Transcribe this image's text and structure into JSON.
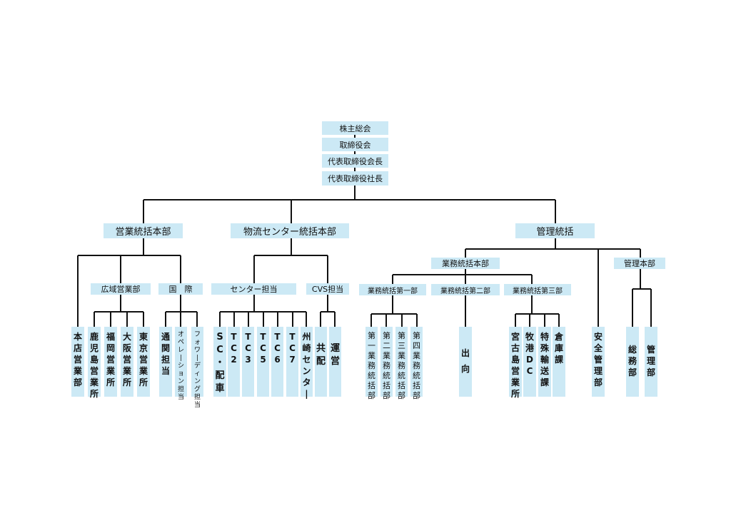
{
  "diagram": {
    "type": "organization-chart",
    "colors": {
      "box_fill": "#cce9f5",
      "line": "#111111",
      "text": "#111111"
    },
    "top": [
      "株主総会",
      "取締役会",
      "代表取締役会長",
      "代表取締役社長"
    ],
    "divisions": {
      "sales": {
        "label": "営業統括本部",
        "subgroups": {
          "regional": "広域営業部",
          "international": "国　際"
        },
        "leaves": {
          "honten": "本店営業部",
          "kagoshima": "鹿児島営業所",
          "fukuoka": "福岡営業所",
          "osaka": "大阪営業所",
          "tokyo": "東京営業所",
          "tsukan": "通関担当",
          "operation": "オペレーション担当",
          "forwarding": "フォワーディング担当"
        }
      },
      "logistics": {
        "label": "物流センター統括本部",
        "subgroups": {
          "center": "センター担当",
          "cvs": "CVS担当"
        },
        "leaves": {
          "sc": "SC・配車",
          "tc2": "TC2",
          "tc3": "TC3",
          "tc5": "TC5",
          "tc6": "TC6",
          "tc7": "TC7",
          "shusaki": "州崎センター",
          "kyohai": "共配",
          "unei": "運営"
        }
      },
      "management": {
        "label": "管理統括",
        "business": {
          "label": "業務統括本部",
          "subgroups": {
            "first": "業務統括第一部",
            "second": "業務統括第二部",
            "third": "業務統括第三部"
          },
          "leaves": {
            "dai1": "第一業務統括部",
            "dai2": "第二業務統括部",
            "dai3": "第三業務統括部",
            "dai4": "第四業務統括部",
            "shukko": "出向",
            "miyakojima": "宮古島営業所",
            "makiminato": "牧港DC",
            "tokushu": "特殊輸送課",
            "soko": "倉庫課"
          }
        },
        "safety": "安全管理部",
        "admin": {
          "label": "管理本部",
          "leaves": {
            "somu": "総務部",
            "kanri": "管理部"
          }
        }
      }
    }
  }
}
